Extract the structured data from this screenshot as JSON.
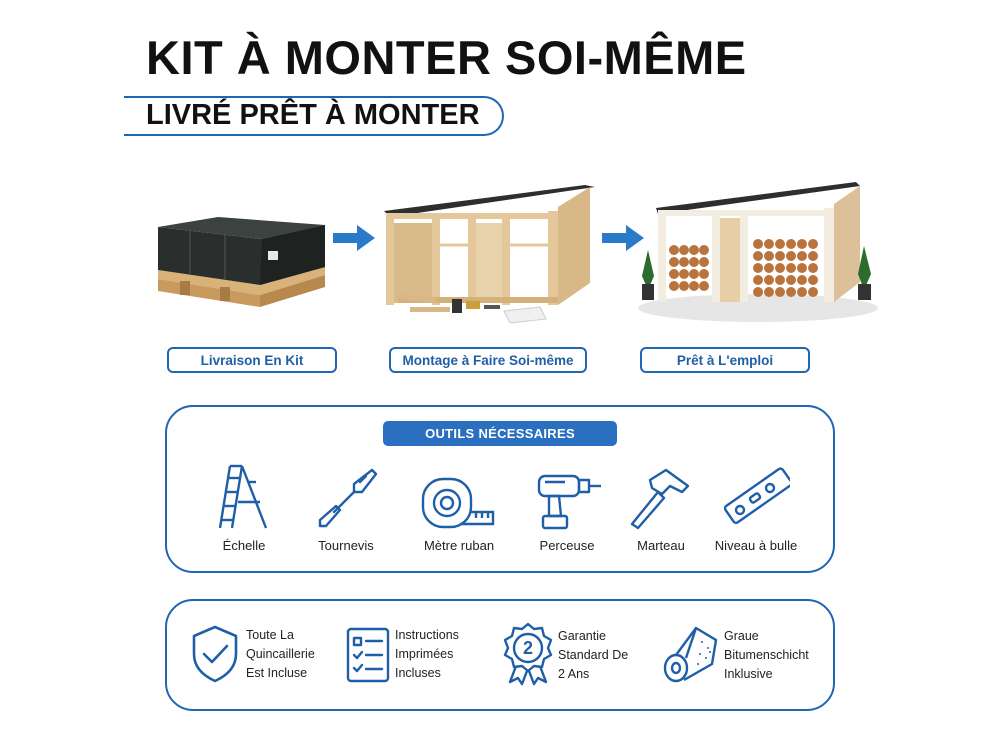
{
  "header": {
    "title": "KIT À MONTER SOI-MÊME",
    "subtitle": "LIVRÉ PRÊT À MONTER"
  },
  "steps": [
    {
      "label": "Livraison En Kit"
    },
    {
      "label": "Montage à Faire Soi-même"
    },
    {
      "label": "Prêt à L'emploi"
    }
  ],
  "tools": {
    "header": "OUTILS NÉCESSAIRES",
    "items": [
      {
        "label": "Échelle",
        "icon": "ladder-icon"
      },
      {
        "label": "Tournevis",
        "icon": "screwdriver-icon"
      },
      {
        "label": "Mètre ruban",
        "icon": "tape-measure-icon"
      },
      {
        "label": "Perceuse",
        "icon": "drill-icon"
      },
      {
        "label": "Marteau",
        "icon": "hammer-icon"
      },
      {
        "label": "Niveau à bulle",
        "icon": "spirit-level-icon"
      }
    ]
  },
  "features": [
    {
      "lines": [
        "Toute La",
        "Quincaillerie",
        "Est Incluse"
      ],
      "icon": "shield-check-icon"
    },
    {
      "lines": [
        "Instructions",
        "Imprimées",
        "Incluses"
      ],
      "icon": "document-checklist-icon"
    },
    {
      "lines": [
        "Garantie",
        "Standard De",
        "2 Ans"
      ],
      "icon": "warranty-badge-icon",
      "badge": "2"
    },
    {
      "lines": [
        "Graue",
        "Bitumenschicht",
        "Inklusive"
      ],
      "icon": "roll-icon"
    }
  ],
  "colors": {
    "accent": "#1f66b3",
    "header_fill": "#2a6fc0",
    "wood": "#e2c69b"
  }
}
